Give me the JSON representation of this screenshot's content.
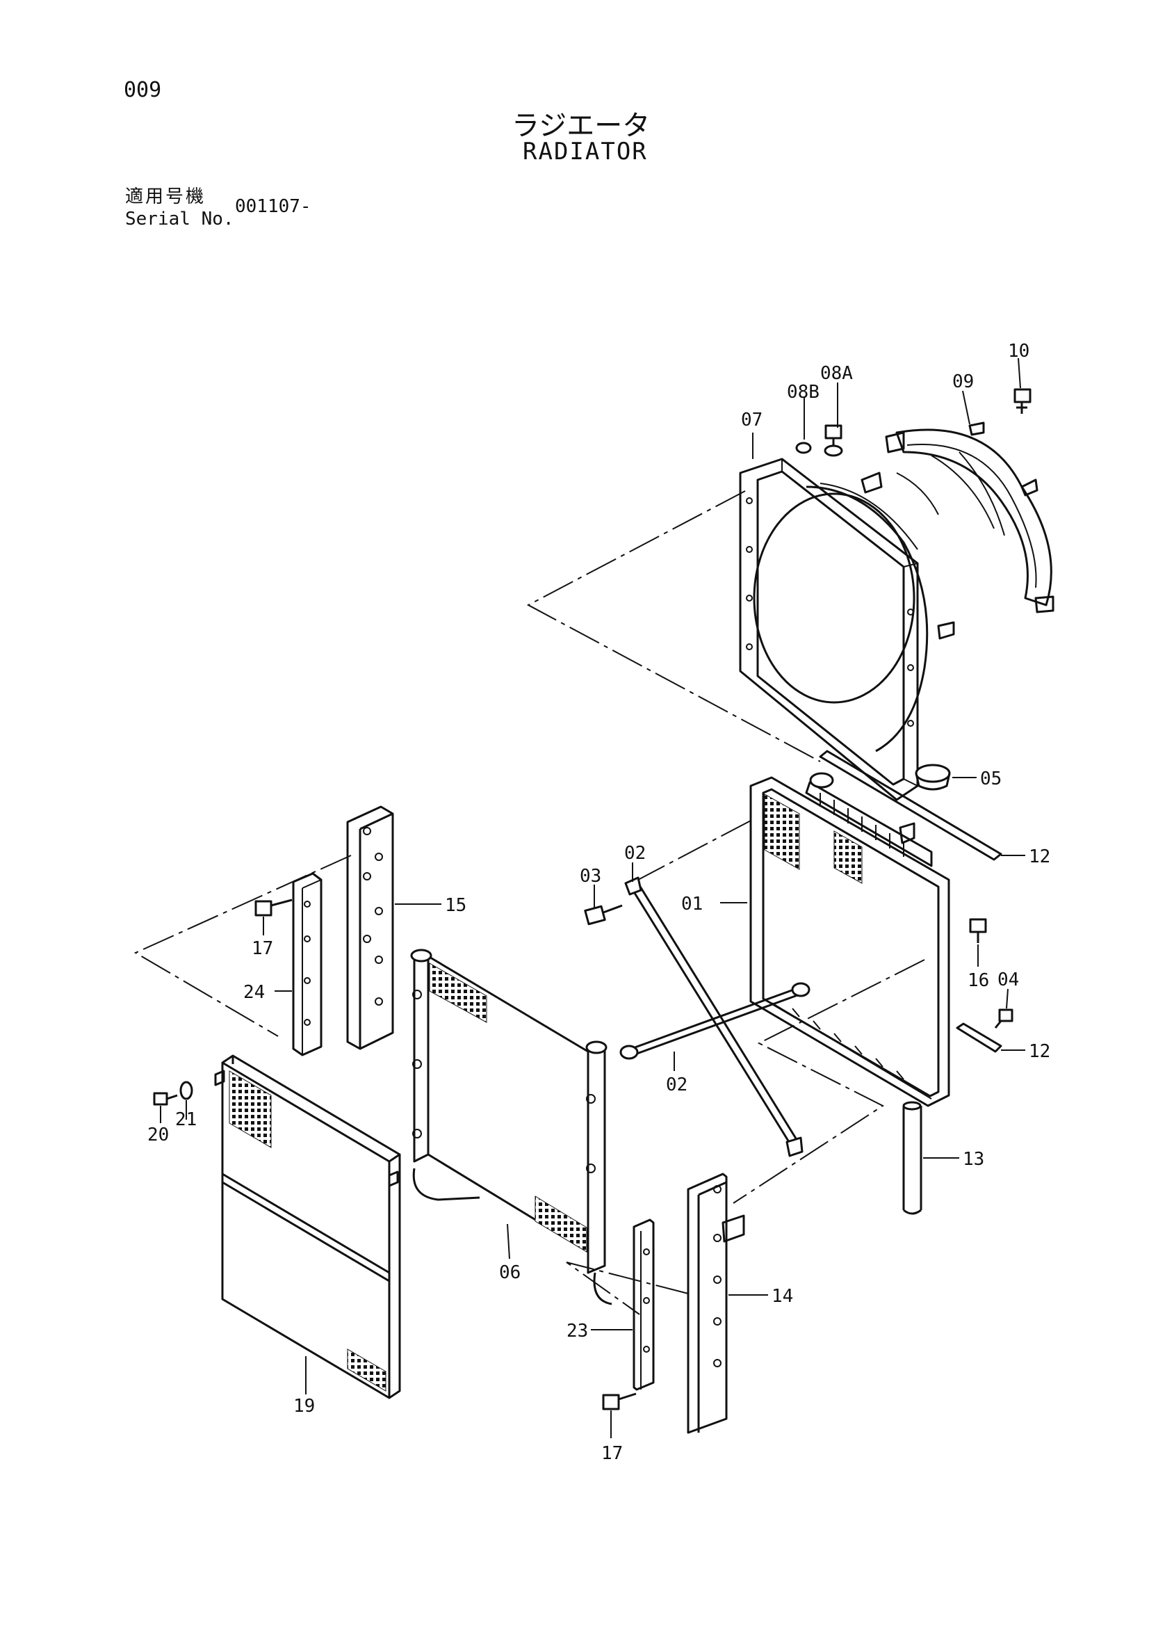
{
  "header": {
    "page_code": "009",
    "title_jp": "ラジエータ",
    "title_en": "RADIATOR",
    "serial_label_jp": "適用号機",
    "serial_label_en": "Serial No.",
    "serial_value": "001107-"
  },
  "callouts": {
    "c01": "01",
    "c02a": "02",
    "c02b": "02",
    "c03": "03",
    "c04": "04",
    "c05": "05",
    "c06": "06",
    "c07": "07",
    "c08a": "08A",
    "c08b": "08B",
    "c09": "09",
    "c10": "10",
    "c12a": "12",
    "c12b": "12",
    "c13": "13",
    "c14": "14",
    "c15": "15",
    "c16": "16",
    "c17a": "17",
    "c17b": "17",
    "c19": "19",
    "c20": "20",
    "c21": "21",
    "c23": "23",
    "c24": "24"
  }
}
